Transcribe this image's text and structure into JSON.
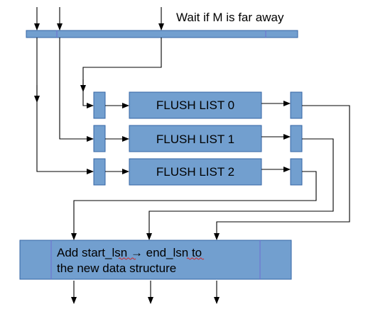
{
  "top_note": "Wait if M is far away",
  "flush_lists": [
    {
      "label": "FLUSH LIST 0"
    },
    {
      "label": "FLUSH LIST 1"
    },
    {
      "label": "FLUSH LIST 2"
    }
  ],
  "bottom_box": {
    "line1": "Add start_lsn → end_lsn to",
    "line2": "the new data structure"
  }
}
